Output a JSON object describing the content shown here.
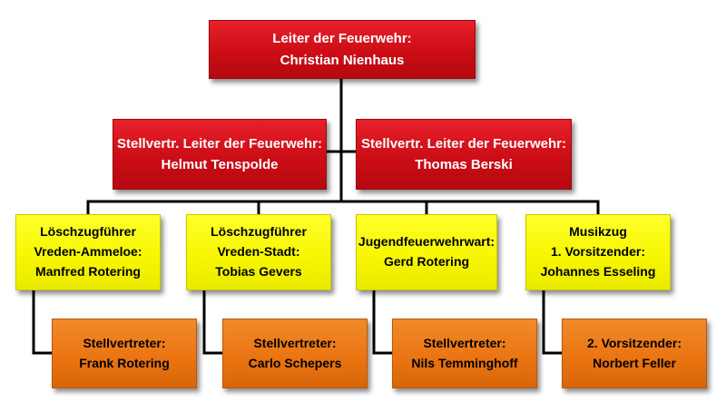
{
  "colors": {
    "top_level": "#cc0d16",
    "deputy_level": "#ee1c25",
    "unit_leaders": "#ffff00",
    "deputies": "#ee7413",
    "connector": "#000000"
  },
  "top": {
    "line1": "Leiter der Feuerwehr:",
    "line2": "Christian Nienhaus"
  },
  "deputy_heads": [
    {
      "line1": "Stellvertr. Leiter der Feuerwehr:",
      "line2": "Helmut Tenspolde"
    },
    {
      "line1": "Stellvertr. Leiter der Feuerwehr:",
      "line2": "Thomas Berski"
    }
  ],
  "units": [
    {
      "lines": [
        "Löschzugführer",
        "Vreden-Ammeloe:",
        "Manfred Rotering"
      ]
    },
    {
      "lines": [
        "Löschzugführer",
        "Vreden-Stadt:",
        "Tobias Gevers"
      ]
    },
    {
      "lines": [
        "Jugendfeuerwehrwart:",
        "Gerd Rotering"
      ]
    },
    {
      "lines": [
        "Musikzug",
        "1. Vorsitzender:",
        "Johannes Esseling"
      ]
    }
  ],
  "unit_deputies": [
    {
      "line1": "Stellvertreter:",
      "line2": "Frank Rotering"
    },
    {
      "line1": "Stellvertreter:",
      "line2": "Carlo Schepers"
    },
    {
      "line1": "Stellvertreter:",
      "line2": "Nils Temminghoff"
    },
    {
      "line1": "2. Vorsitzender:",
      "line2": "Norbert Feller"
    }
  ]
}
